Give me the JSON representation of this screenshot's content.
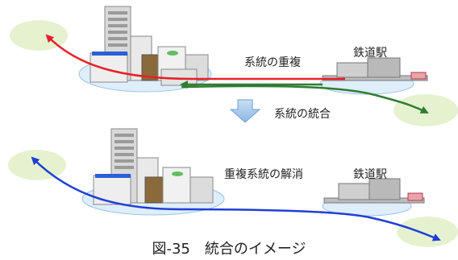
{
  "diagram": {
    "top_panel": {
      "route_label": "系統の重複",
      "station_label": "鉄道駅"
    },
    "transition": {
      "label": "系統の統合"
    },
    "bottom_panel": {
      "route_label": "重複系統の解消",
      "station_label": "鉄道駅"
    },
    "caption": "図-35　統合のイメージ"
  },
  "colors": {
    "route_red": "#e8202a",
    "route_green": "#2e7d32",
    "route_blue": "#1f3fd6",
    "zone_fill": "#dfeefb",
    "far_zone_fill": "#e6f2cf",
    "transition_arrow": "#9fc5ea"
  }
}
